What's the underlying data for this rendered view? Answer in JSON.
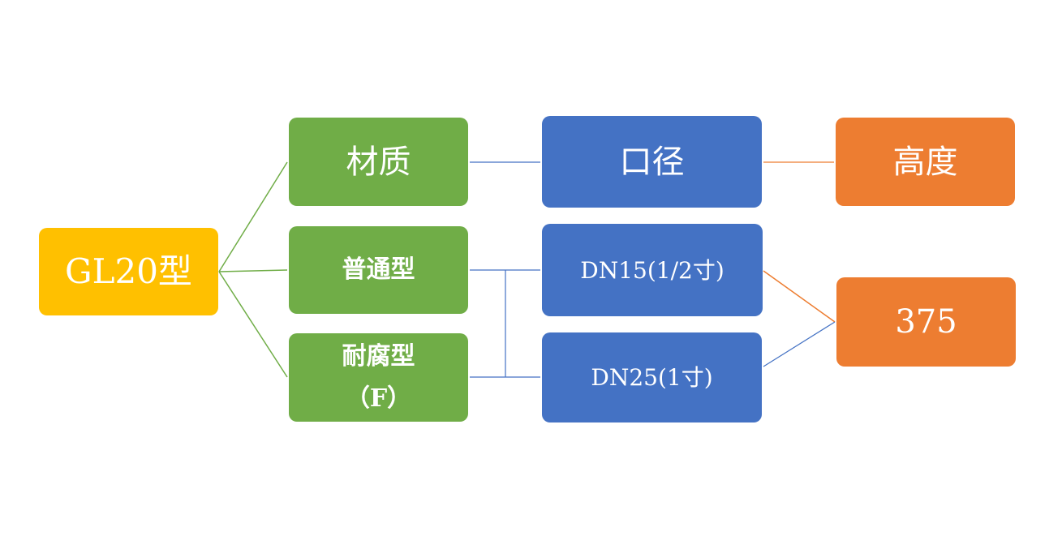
{
  "diagram": {
    "root": {
      "label": "GL20型"
    },
    "material": {
      "header": "材质",
      "options": [
        {
          "lines": [
            "普通型"
          ]
        },
        {
          "lines": [
            "耐腐型",
            "（F）"
          ]
        }
      ]
    },
    "diameter": {
      "header": "口径",
      "options": [
        {
          "label": "DN15(1/2寸)"
        },
        {
          "label": "DN25(1寸)"
        }
      ]
    },
    "height": {
      "header": "高度",
      "value": "375"
    },
    "colors": {
      "root": "#FFC000",
      "material": "#70AD47",
      "diameter": "#4472C4",
      "height": "#ED7D31",
      "connector_green": "#70AD47",
      "connector_blue": "#4472C4",
      "connector_orange": "#ED7D31",
      "text": "#FFFFFF"
    }
  }
}
